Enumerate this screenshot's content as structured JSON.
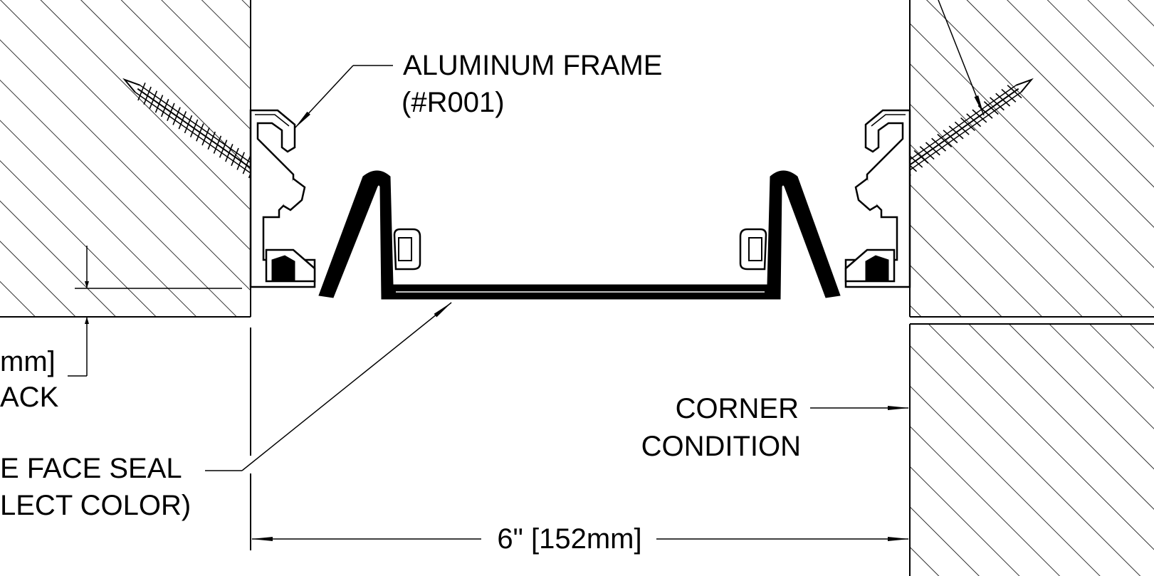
{
  "labels": {
    "frame_line1": "ALUMINUM FRAME",
    "frame_line2": "(#R001)",
    "setback_line1": "mm]",
    "setback_line2": "ACK",
    "seal_line1": "E FACE SEAL",
    "seal_line2": "LECT COLOR)",
    "corner_line1": "CORNER",
    "corner_line2": "CONDITION",
    "width_dimension": "6\" [152mm]"
  }
}
